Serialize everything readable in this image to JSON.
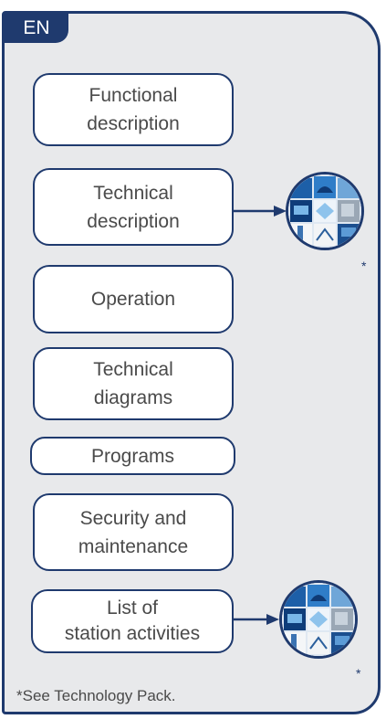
{
  "language_tab": "EN",
  "buttons": {
    "functional": {
      "line1": "Functional",
      "line2": "description"
    },
    "technical_desc": {
      "line1": "Technical",
      "line2": "description"
    },
    "operation": {
      "label": "Operation"
    },
    "technical_diag": {
      "line1": "Technical",
      "line2": "diagrams"
    },
    "programs": {
      "label": "Programs"
    },
    "security": {
      "line1": "Security and",
      "line2": "maintenance"
    },
    "station": {
      "line1": "List of",
      "line2": "station activities"
    }
  },
  "asterisk": "*",
  "footnote": "*See Technology Pack.",
  "colors": {
    "accent": "#1f3a6e",
    "panel_background": "#e8e9eb",
    "button_background": "#ffffff",
    "text": "#4a4a4a"
  },
  "icons": {
    "technology_pack_thumbnail": "technology-pack-collage"
  }
}
